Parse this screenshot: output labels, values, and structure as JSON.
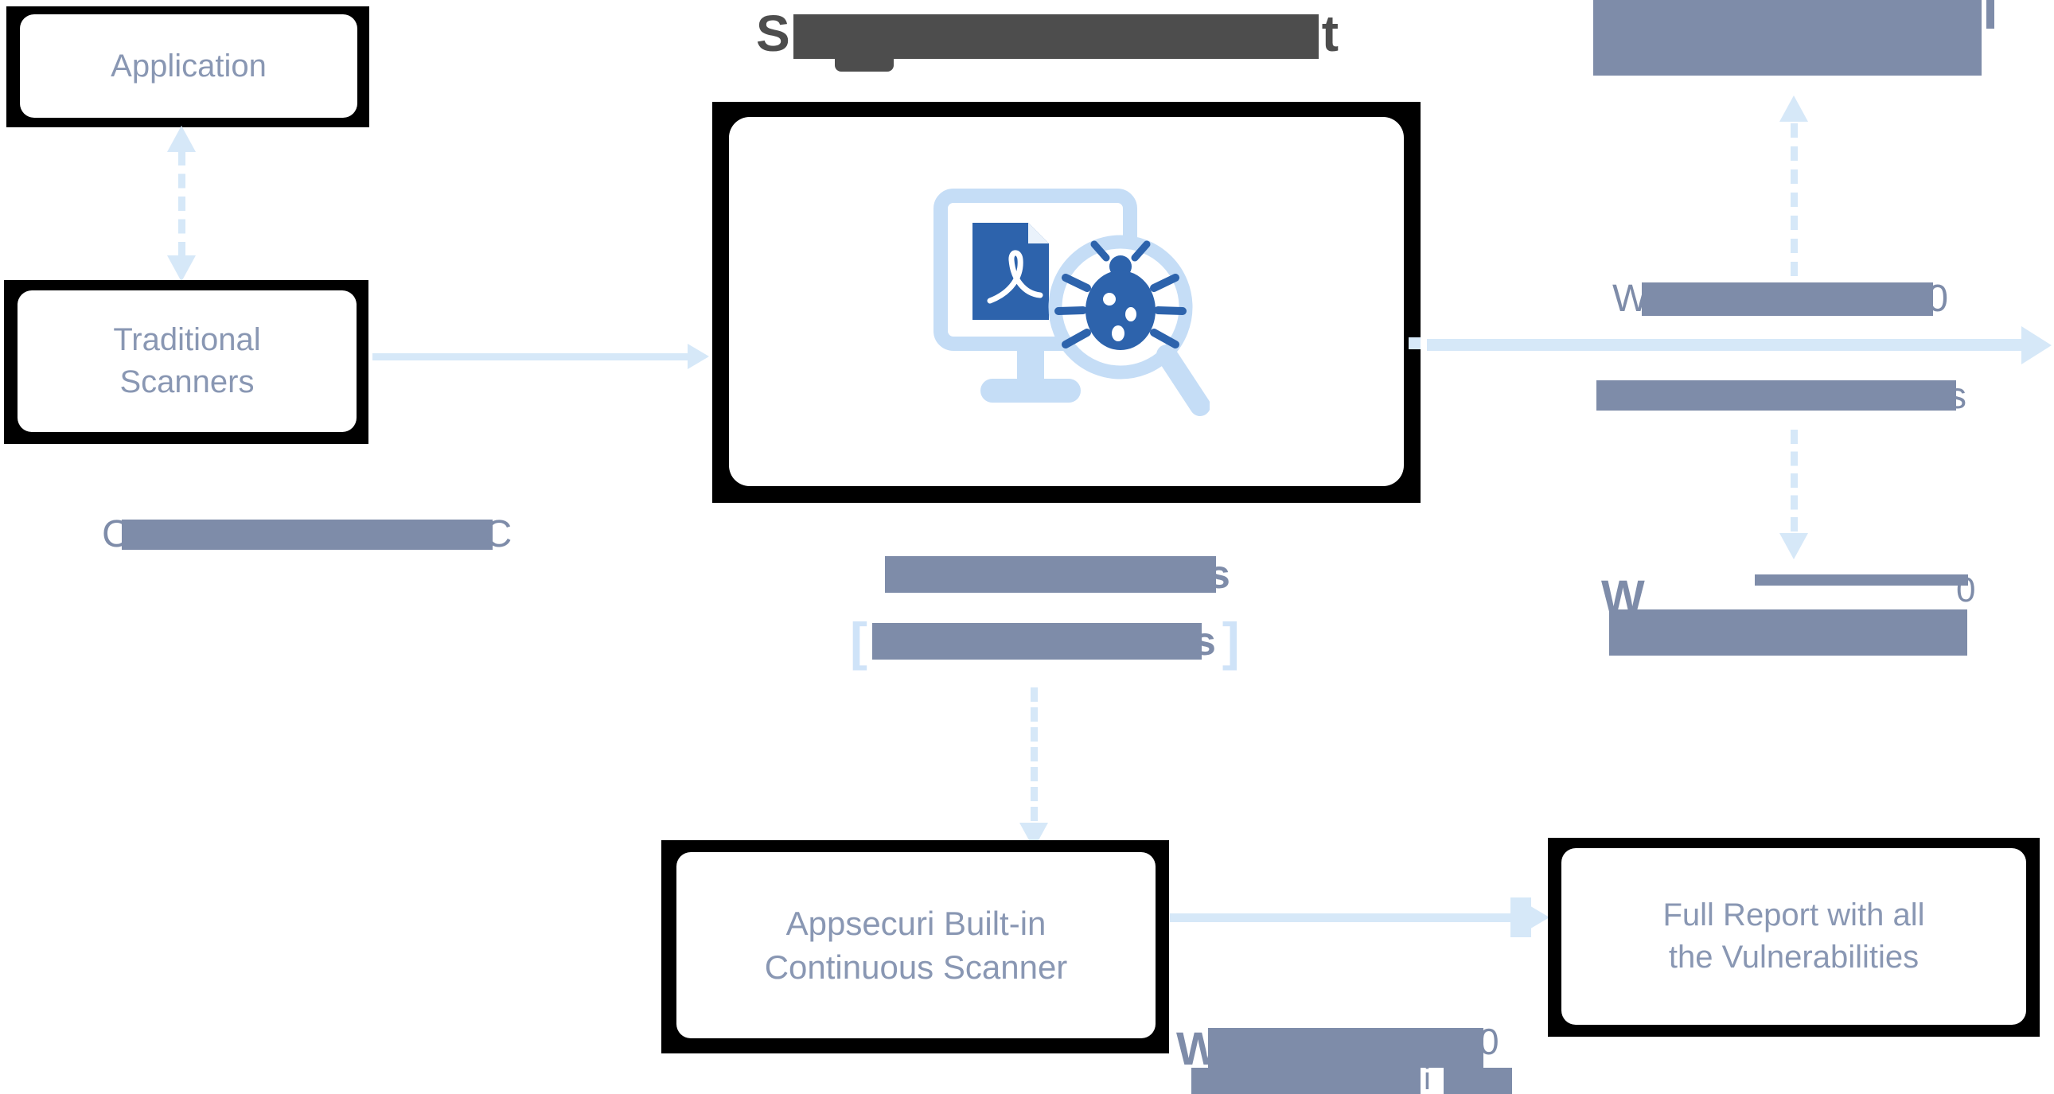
{
  "title": {
    "prefix": "S",
    "suffix": "t"
  },
  "nodes": {
    "application": {
      "label": "Application"
    },
    "traditional": {
      "line1": "Traditional",
      "line2": "Scanners"
    },
    "appsecuri": {
      "line1": "Appsecuri Built-in",
      "line2": "Continuous Scanner"
    },
    "full_report": {
      "line1": "Full Report with all",
      "line2": "the Vulnerabilities"
    }
  },
  "redacted": {
    "left_caption": {
      "prefix": "C",
      "suffix": "C"
    },
    "center_line1": {
      "suffix": "s"
    },
    "center_line2": {
      "open": "[",
      "suffix": "s",
      "close": "]"
    },
    "right_line1": {
      "prefix": "W",
      "suffix": "0"
    },
    "right_line2": {
      "suffix": "s"
    },
    "right_bold": {
      "prefix": "W",
      "suffix": "0"
    },
    "bottom_bold": {
      "prefix": "W",
      "mid": "i",
      "suffix": "0"
    }
  },
  "icons": {
    "central": "monitor-pdf-bug-magnifier-icon"
  },
  "colors": {
    "frame": "#000000",
    "node_text": "#8997b3",
    "redaction_bar": "#7e8ca9",
    "arrow_light_blue": "#d6e8f8",
    "bracket_blue": "#cfe3f8",
    "title_dark": "#4d4d4d",
    "icon_dark_blue": "#2d63ac",
    "icon_light_blue": "#c5ddf6"
  }
}
